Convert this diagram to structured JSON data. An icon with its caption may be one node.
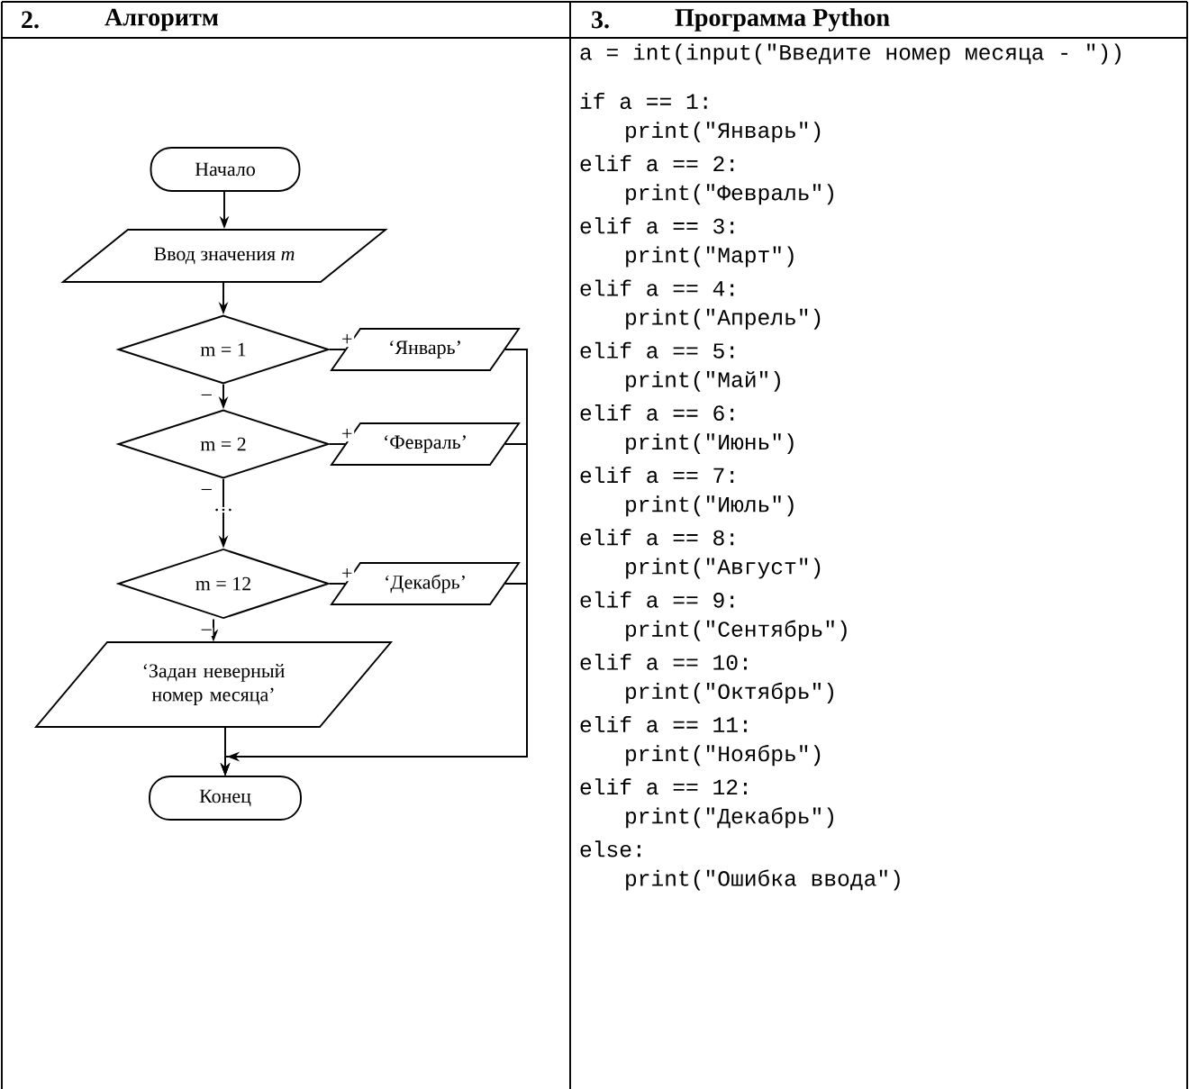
{
  "diagram": {
    "nodes": [
      {
        "text": [
          "Начало"
        ]
      },
      {
        "text": [
          "Ввод значения *m*"
        ]
      },
      {
        "text": [
          "m = 1"
        ]
      },
      {
        "text": [
          "‘Январь’"
        ]
      },
      {
        "text": [
          "m = 2"
        ]
      },
      {
        "text": [
          "‘Февраль’"
        ]
      },
      {
        "text": [
          "m = 12"
        ]
      },
      {
        "text": [
          "‘Декабрь’"
        ]
      },
      {
        "text": [
          "‘Задан неверный номер месяца’"
        ]
      },
      {
        "text": [
          "Конец"
        ]
      }
    ],
    "edges": [
      {
        "from": 0,
        "to": 1,
        "arrow": "to"
      },
      {
        "from": 1,
        "to": 2,
        "arrow": "to"
      },
      {
        "from": 2,
        "to": 3,
        "arrow": "none",
        "label": "+"
      },
      {
        "from": 2,
        "to": 4,
        "arrow": "to",
        "label": "–"
      },
      {
        "from": 4,
        "to": 5,
        "arrow": "none",
        "label": "+"
      },
      {
        "from": 4,
        "to": 6,
        "arrow": "to",
        "label": "–"
      },
      {
        "from": 6,
        "to": 7,
        "arrow": "none",
        "label": "+"
      },
      {
        "from": 6,
        "to": 8,
        "arrow": "to",
        "label": "–"
      },
      {
        "from": 8,
        "to": 9,
        "arrow": "to"
      },
      {
        "from": 3,
        "to": 9,
        "arrow": "to"
      },
      {
        "from": 5,
        "to": 9,
        "arrow": "to"
      },
      {
        "from": 7,
        "to": 9,
        "arrow": "to"
      }
    ],
    "labels": [
      "2.",
      "Алгоритм",
      "3.",
      "Программа Python",
      "…",
      "a = int(input(\"Введите номер месяца - \"))",
      "if a == 1:",
      "print(\"Январь\")",
      "elif a == 2:",
      "print(\"Февраль\")",
      "elif a == 3:",
      "print(\"Март\")",
      "elif a == 4:",
      "print(\"Апрель\")",
      "elif a == 5:",
      "print(\"Май\")",
      "elif a == 6:",
      "print(\"Июнь\")",
      "elif a == 7:",
      "print(\"Июль\")",
      "elif a == 8:",
      "print(\"Август\")",
      "elif a == 9:",
      "print(\"Сентябрь\")",
      "elif a == 10:",
      "print(\"Октябрь\")",
      "elif a == 11:",
      "print(\"Ноябрь\")",
      "elif a == 12:",
      "print(\"Декабрь\")",
      "else:",
      "print(\"Ошибка ввода\")"
    ]
  }
}
